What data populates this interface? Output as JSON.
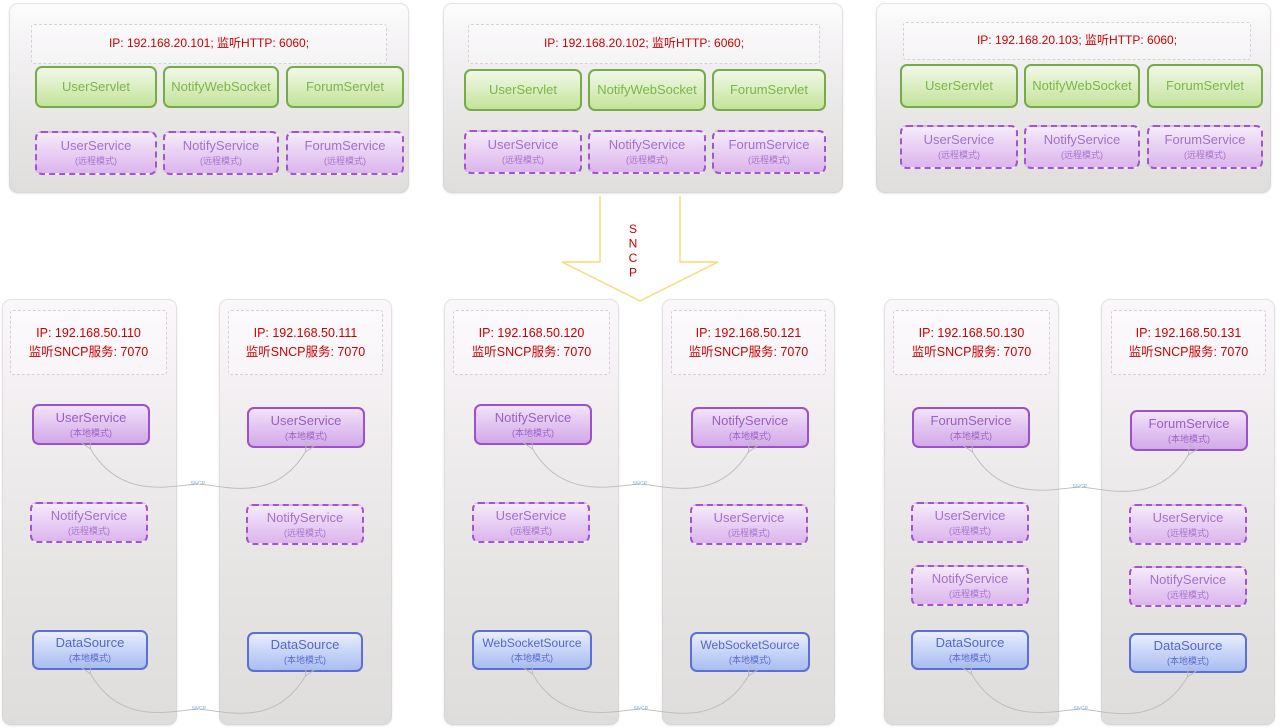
{
  "diagram": {
    "protocol_label": "SNCP",
    "link_label": "SNCP",
    "colors": {
      "ip_text": "#cc0000",
      "servlet_green": "#7ab648",
      "service_purple": "#9a5ec4",
      "datasource_blue": "#5566cc",
      "arrow_yellow": "#f5d76e",
      "link_gray": "#b9b9b9"
    }
  },
  "app_tier": [
    {
      "ip_line": "IP: 192.168.20.101;  监听HTTP: 6060;",
      "servlets": [
        {
          "name": "UserServlet"
        },
        {
          "name": "NotifyWebSocket"
        },
        {
          "name": "ForumServlet"
        }
      ],
      "services": [
        {
          "name": "UserService",
          "mode": "(远程模式)"
        },
        {
          "name": "NotifyService",
          "mode": "(远程模式)"
        },
        {
          "name": "ForumService",
          "mode": "(远程模式)"
        }
      ]
    },
    {
      "ip_line": "IP: 192.168.20.102;  监听HTTP: 6060;",
      "servlets": [
        {
          "name": "UserServlet"
        },
        {
          "name": "NotifyWebSocket"
        },
        {
          "name": "ForumServlet"
        }
      ],
      "services": [
        {
          "name": "UserService",
          "mode": "(远程模式)"
        },
        {
          "name": "NotifyService",
          "mode": "(远程模式)"
        },
        {
          "name": "ForumService",
          "mode": "(远程模式)"
        }
      ]
    },
    {
      "ip_line": "IP: 192.168.20.103;  监听HTTP: 6060;",
      "servlets": [
        {
          "name": "UserServlet"
        },
        {
          "name": "NotifyWebSocket"
        },
        {
          "name": "ForumServlet"
        }
      ],
      "services": [
        {
          "name": "UserService",
          "mode": "(远程模式)"
        },
        {
          "name": "NotifyService",
          "mode": "(远程模式)"
        },
        {
          "name": "ForumService",
          "mode": "(远程模式)"
        }
      ]
    }
  ],
  "service_tier": [
    {
      "ip_line1": "IP: 192.168.50.110",
      "ip_line2": "监听SNCP服务: 7070",
      "nodes": [
        {
          "name": "UserService",
          "mode": "(本地模式)",
          "style": "purple-solid"
        },
        {
          "name": "NotifyService",
          "mode": "(远程模式)",
          "style": "purple-dashed"
        },
        {
          "name": "DataSource",
          "mode": "(本地模式)",
          "style": "blue"
        }
      ]
    },
    {
      "ip_line1": "IP: 192.168.50.111",
      "ip_line2": "监听SNCP服务: 7070",
      "nodes": [
        {
          "name": "UserService",
          "mode": "(本地模式)",
          "style": "purple-solid"
        },
        {
          "name": "NotifyService",
          "mode": "(远程模式)",
          "style": "purple-dashed"
        },
        {
          "name": "DataSource",
          "mode": "(本地模式)",
          "style": "blue"
        }
      ]
    },
    {
      "ip_line1": "IP: 192.168.50.120",
      "ip_line2": "监听SNCP服务: 7070",
      "nodes": [
        {
          "name": "NotifyService",
          "mode": "(本地模式)",
          "style": "purple-solid"
        },
        {
          "name": "UserService",
          "mode": "(远程模式)",
          "style": "purple-dashed"
        },
        {
          "name": "WebSocketSource",
          "mode": "(本地模式)",
          "style": "blue"
        }
      ]
    },
    {
      "ip_line1": "IP: 192.168.50.121",
      "ip_line2": "监听SNCP服务: 7070",
      "nodes": [
        {
          "name": "NotifyService",
          "mode": "(本地模式)",
          "style": "purple-solid"
        },
        {
          "name": "UserService",
          "mode": "(远程模式)",
          "style": "purple-dashed"
        },
        {
          "name": "WebSocketSource",
          "mode": "(本地模式)",
          "style": "blue"
        }
      ]
    },
    {
      "ip_line1": "IP: 192.168.50.130",
      "ip_line2": "监听SNCP服务: 7070",
      "nodes": [
        {
          "name": "ForumService",
          "mode": "(本地模式)",
          "style": "purple-solid"
        },
        {
          "name": "UserService",
          "mode": "(远程模式)",
          "style": "purple-dashed"
        },
        {
          "name": "NotifyService",
          "mode": "(远程模式)",
          "style": "purple-dashed"
        },
        {
          "name": "DataSource",
          "mode": "(本地模式)",
          "style": "blue"
        }
      ]
    },
    {
      "ip_line1": "IP: 192.168.50.131",
      "ip_line2": "监听SNCP服务: 7070",
      "nodes": [
        {
          "name": "ForumService",
          "mode": "(本地模式)",
          "style": "purple-solid"
        },
        {
          "name": "UserService",
          "mode": "(远程模式)",
          "style": "purple-dashed"
        },
        {
          "name": "NotifyService",
          "mode": "(远程模式)",
          "style": "purple-dashed"
        },
        {
          "name": "DataSource",
          "mode": "(本地模式)",
          "style": "blue"
        }
      ]
    }
  ]
}
